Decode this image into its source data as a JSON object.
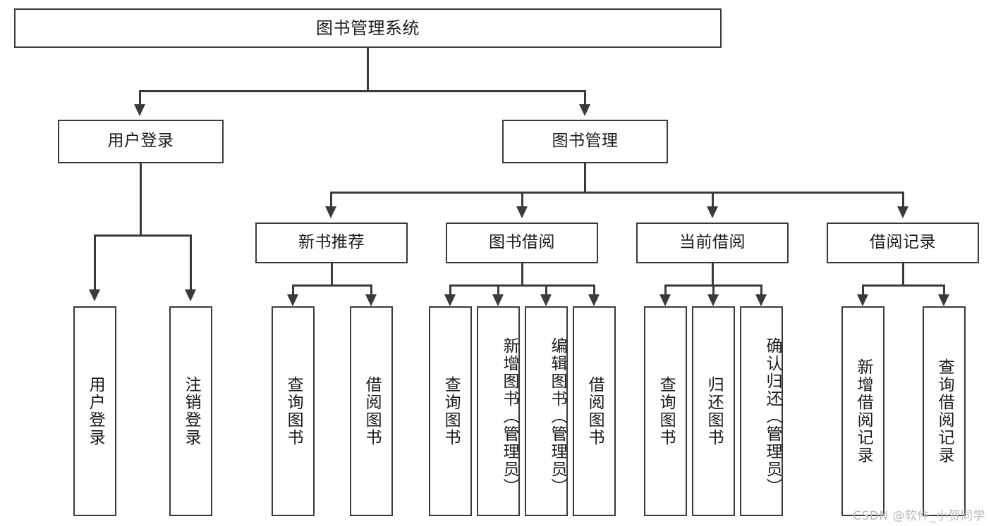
{
  "diagram": {
    "title": "图书管理系统",
    "watermark": "CSDN @软件_小贺同学",
    "colors": {
      "stroke": "#3a3a3a",
      "fill": "#ffffff",
      "text": "#1a1a1a",
      "watermark": "#b9b9b9"
    },
    "levels": {
      "root": {
        "label": "图书管理系统"
      },
      "level2": [
        {
          "label": "用户登录"
        },
        {
          "label": "图书管理"
        }
      ],
      "level3": [
        {
          "label": "新书推荐"
        },
        {
          "label": "图书借阅"
        },
        {
          "label": "当前借阅"
        },
        {
          "label": "借阅记录"
        }
      ],
      "leaves": {
        "user_login": [
          {
            "label": "用户登录"
          },
          {
            "label": "注销登录"
          }
        ],
        "new_book": [
          {
            "label": "查询图书"
          },
          {
            "label": "借阅图书"
          }
        ],
        "book_borrow": [
          {
            "label": "查询图书"
          },
          {
            "label": "新增图书（管理员）"
          },
          {
            "label": "编辑图书（管理员）"
          },
          {
            "label": "借阅图书"
          }
        ],
        "current_borrow": [
          {
            "label": "查询图书"
          },
          {
            "label": "归还图书"
          },
          {
            "label": "确认归还（管理员）"
          }
        ],
        "borrow_record": [
          {
            "label": "新增借阅记录"
          },
          {
            "label": "查询借阅记录"
          }
        ]
      }
    }
  }
}
